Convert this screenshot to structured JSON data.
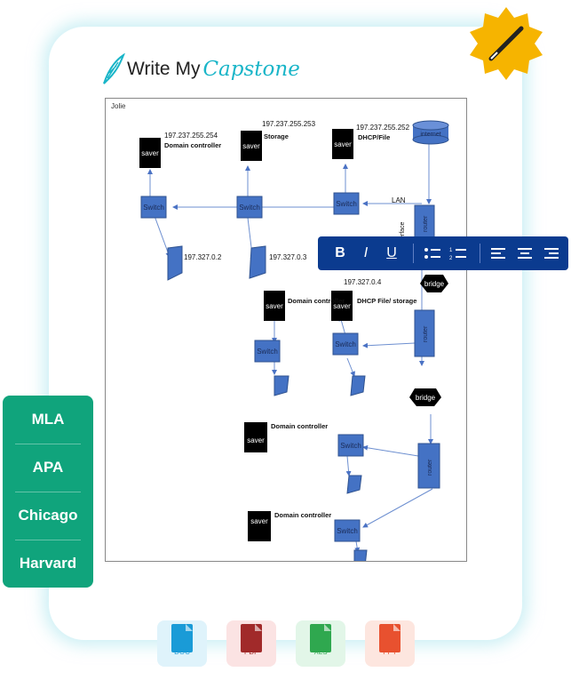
{
  "brand": {
    "name_part1": "Write My",
    "name_part2": "Capstone"
  },
  "document": {
    "author": "Jolie",
    "ips": [
      "197.237.255.254",
      "197.237.255.253",
      "197.237.255.252",
      "197.327.0.2",
      "197.327.0.3",
      "197.327.0.4"
    ],
    "server_label": "saver",
    "switch_label": "Switch",
    "router_label": "router",
    "bridge_label": "bridge",
    "internet_label": "internet",
    "lan_label": "LAN",
    "interface_label": "erface",
    "roles": [
      "Domain controller",
      "Storage",
      "DHCP/File",
      "Domain controller",
      "DHCP File/ storage",
      "Domain controller",
      "Domain controller"
    ]
  },
  "toolbar": {
    "bold": "B",
    "italic": "I",
    "underline": "U"
  },
  "citation_styles": [
    "MLA",
    "APA",
    "Chicago",
    "Harvard"
  ],
  "formats": [
    {
      "label": "DOC",
      "color": "#1a9bd7",
      "bg": "#dff3fb"
    },
    {
      "label": "PDF",
      "color": "#a12a2a",
      "bg": "#fbe3e3"
    },
    {
      "label": "XLS",
      "color": "#2fa84f",
      "bg": "#e2f6e8"
    },
    {
      "label": "PPT",
      "color": "#e8512f",
      "bg": "#fde6df"
    }
  ]
}
